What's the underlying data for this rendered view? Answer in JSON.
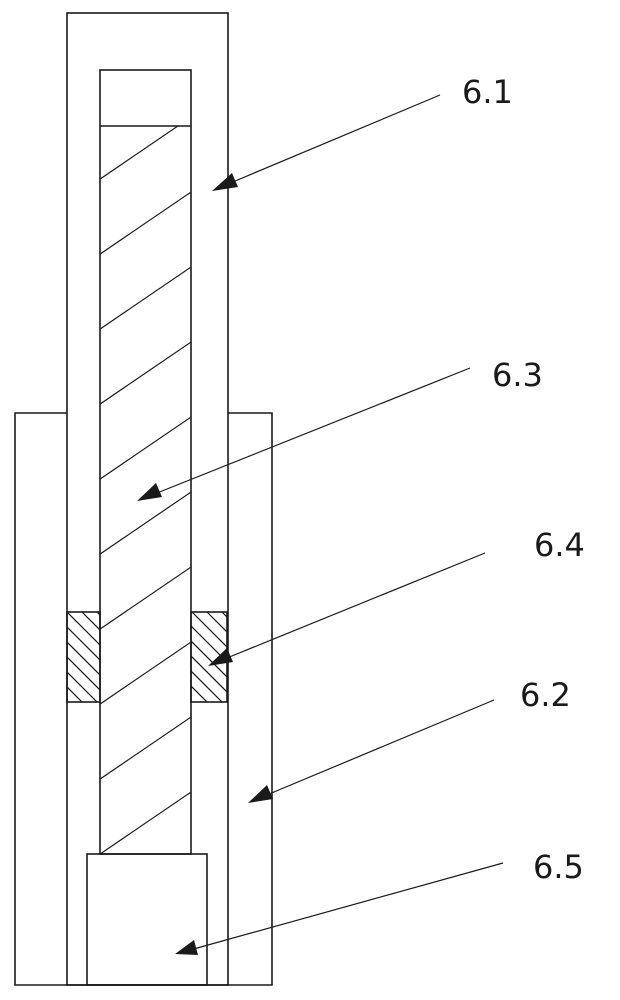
{
  "labels": {
    "part_6_1": "6.1",
    "part_6_3": "6.3",
    "part_6_4": "6.4",
    "part_6_2": "6.2",
    "part_6_5": "6.5"
  },
  "colors": {
    "line": "#1a1a1a",
    "background": "#ffffff"
  }
}
